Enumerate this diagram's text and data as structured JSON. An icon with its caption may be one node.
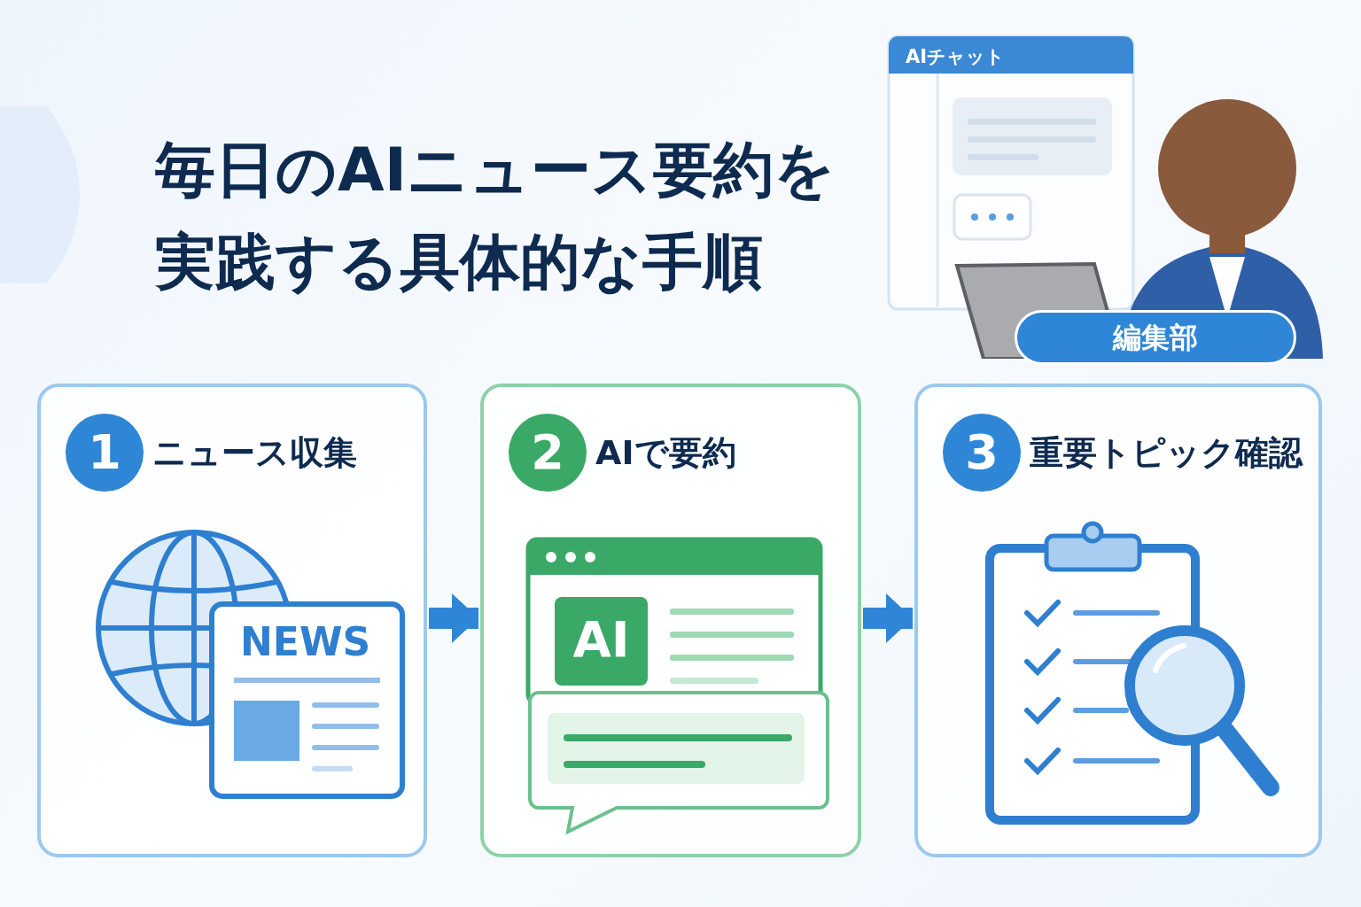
{
  "diagram": {
    "title": "毎日のAIニュース要約を実践する具体的な手順",
    "nodes": [
      {
        "text": [
          "1",
          "ニュース収集"
        ]
      },
      {
        "text": [
          "2",
          "AIで要約"
        ]
      },
      {
        "text": [
          "3",
          "重要トピック確認"
        ]
      }
    ],
    "edges": [
      {
        "from": 0,
        "to": 1,
        "arrow": "to"
      },
      {
        "from": 1,
        "to": 2,
        "arrow": "to"
      }
    ],
    "labels": [
      "AIチャット",
      "編集部",
      "NEWS",
      "AI"
    ]
  }
}
